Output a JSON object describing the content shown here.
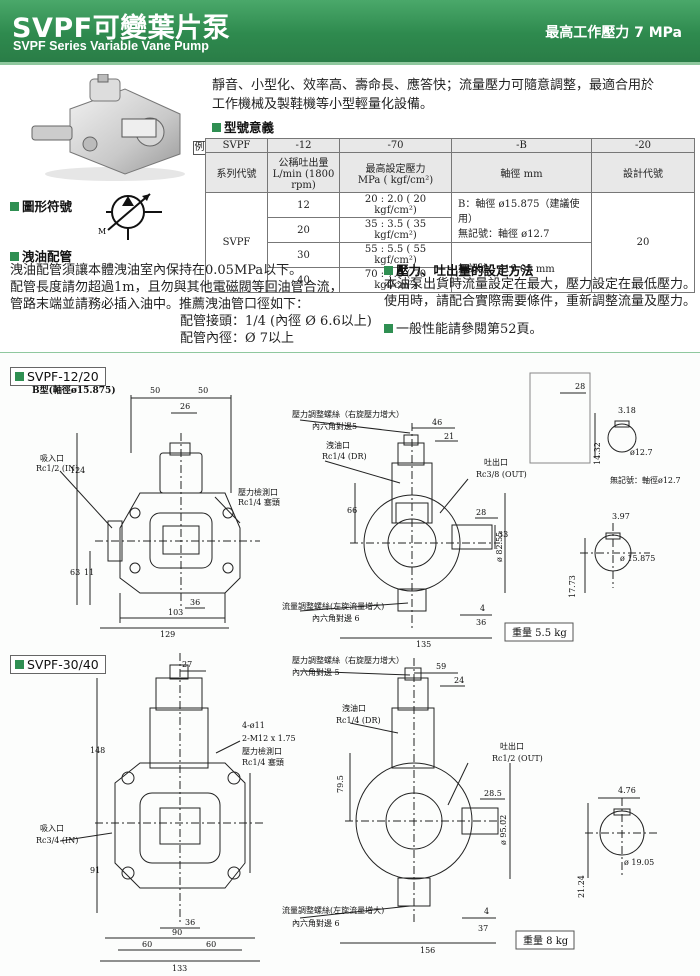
{
  "header": {
    "title": "SVPF可變葉片泵",
    "subtitle": "SVPF Series Variable Vane Pump",
    "pressure": "最高工作壓力  7 MPa"
  },
  "intro": {
    "line1": "靜音、小型化、效率高、壽命長、應答快；流量壓力可隨意調整，最適合用於",
    "line2": "工作機械及製鞋機等小型輕量化設備。"
  },
  "model_section": {
    "title": "型號意義",
    "example_label": "例",
    "codes": [
      "SVPF",
      "-12",
      "-70",
      "-B",
      "-20"
    ],
    "headers": [
      "系列代號",
      "公稱吐出量",
      "L/min (1800 rpm)",
      "最高設定壓力",
      "MPa ( kgf/cm²)",
      "軸徑 mm",
      "設計代號"
    ],
    "series": "SVPF",
    "flows": [
      "12",
      "20",
      "30",
      "40"
    ],
    "pressures": [
      "20 : 2.0 ( 20 kgf/cm²)",
      "35 : 3.5 ( 35 kgf/cm²)",
      "55 : 5.5 ( 55 kgf/cm²)",
      "70 : 7.0 ( 70 kgf/cm²)"
    ],
    "shaft_b": "B：軸徑 ø15.875（建議使用）",
    "shaft_none1": "無記號：軸徑 ø12.7",
    "shaft_none2": "無記號：ø19.05 mm",
    "design": "20"
  },
  "symbol_section": {
    "title": "圖形符號"
  },
  "drain_section": {
    "title": "洩油配管",
    "line1": "洩油配管須讓本體洩油室內保持在0.05MPa以下。",
    "line2": "配管長度請勿超過1m，且勿與其他電磁閥等回油管合流，",
    "line3": "管路末端並請務必插入油中。推薦洩油管口徑如下：",
    "line4": "配管接頭：1/4 (內徑 Ø 6.6以上)",
    "line5": "配管內徑：Ø 7以上"
  },
  "pressure_section": {
    "title": "壓力、吐出量的設定方法",
    "line1": "本油泵出貨時流量設定在最大，壓力設定在最低壓力。",
    "line2": "使用時，請配合實際需要條件，重新調整流量及壓力。",
    "general": "一般性能請參閱第52頁。"
  },
  "drawing1": {
    "tag": "SVPF-12/20",
    "b_type": "B型(軸徑ø15.875)",
    "dims": [
      "50",
      "50",
      "26",
      "124",
      "63",
      "11",
      "36",
      "103",
      "129"
    ],
    "inlet": "吸入口",
    "inlet_size": "Rc1/2 (IN)",
    "gauge": "壓力檢測口",
    "gauge_size": "Rc1/4 塞頭",
    "press_screw": "壓力調整螺絲（右旋壓力增大）",
    "hex5": "內六角對邊5",
    "drain": "洩油口",
    "drain_size": "Rc1/4 (DR)",
    "outlet": "吐出口",
    "outlet_size": "Rc3/8 (OUT)",
    "side_dims": [
      "46",
      "21",
      "66",
      "28",
      "33",
      "ø 82.55",
      "4",
      "36",
      "135"
    ],
    "flow_screw": "流量調整螺絲(左旋流量增大)",
    "hex6": "內六角對邊 6",
    "weight": "重量 5.5 kg",
    "shaft_dims": [
      "3.18",
      "28",
      "ø12.7",
      "14.32",
      "3.97",
      "ø 15.875",
      "17.73"
    ],
    "no_mark": "無記號：軸徑ø12.7"
  },
  "drawing2": {
    "tag": "SVPF-30/40",
    "dims": [
      "27",
      "148",
      "91",
      "36",
      "90",
      "60",
      "60",
      "133"
    ],
    "holes": "4-ø11",
    "m12": "2-M12 x 1.75",
    "gauge": "壓力檢測口",
    "gauge_size": "Rc1/4 塞頭",
    "inlet": "吸入口",
    "inlet_size": "Rc3/4 (IN)",
    "press_screw": "壓力調整螺絲（右旋壓力增大）",
    "hex5": "內六角對邊 5",
    "drain": "洩油口",
    "drain_size": "Rc1/4 (DR)",
    "outlet": "吐出口",
    "outlet_size": "Rc1/2 (OUT)",
    "side_dims": [
      "59",
      "24",
      "79.5",
      "28.5",
      "ø 95.02",
      "4",
      "37",
      "156"
    ],
    "flow_screw": "流量調整螺絲(左旋流量增大)",
    "hex6": "內六角對邊 6",
    "weight": "重量 8 kg",
    "shaft_dims": [
      "4.76",
      "ø 19.05",
      "21.24"
    ]
  }
}
